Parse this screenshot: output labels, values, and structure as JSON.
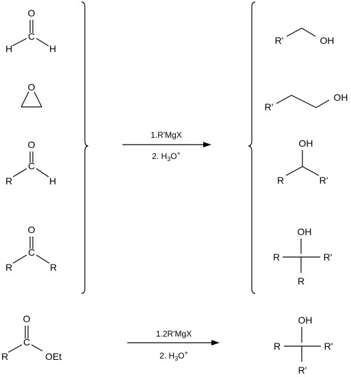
{
  "reactants": [
    {
      "name": "formaldehyde",
      "atoms": {
        "o": "O",
        "c": "C",
        "h1": "H",
        "h2": "H"
      }
    },
    {
      "name": "ethylene-oxide",
      "atoms": {
        "o": "O"
      }
    },
    {
      "name": "aldehyde",
      "atoms": {
        "o": "O",
        "c": "C",
        "r": "R",
        "h": "H"
      }
    },
    {
      "name": "ketone",
      "atoms": {
        "o": "O",
        "c": "C",
        "r1": "R",
        "r2": "R"
      }
    }
  ],
  "reaction1": {
    "step1": "1.R'MgX",
    "step2_prefix": "2. H",
    "step2_sub": "3",
    "step2_mid": "O",
    "step2_sup": "+"
  },
  "products": [
    {
      "name": "primary-alcohol",
      "atoms": {
        "r": "R'",
        "oh": "OH"
      }
    },
    {
      "name": "homologated-primary-alcohol",
      "atoms": {
        "r": "R'",
        "oh": "OH"
      }
    },
    {
      "name": "secondary-alcohol",
      "atoms": {
        "oh": "OH",
        "r1": "R",
        "r2": "R'"
      }
    },
    {
      "name": "tertiary-alcohol",
      "atoms": {
        "oh": "OH",
        "r1": "R",
        "r2": "R'",
        "r3": "R"
      }
    }
  ],
  "ester": {
    "atoms": {
      "o": "O",
      "c": "C",
      "r": "R",
      "oet": "OEt"
    }
  },
  "reaction2": {
    "step1": "1.2R'MgX",
    "step2_prefix": "2. H",
    "step2_sub": "3",
    "step2_mid": "O",
    "step2_sup": "+"
  },
  "ester_product": {
    "atoms": {
      "oh": "OH",
      "r1": "R",
      "r2": "R'",
      "r3": "R'"
    }
  }
}
